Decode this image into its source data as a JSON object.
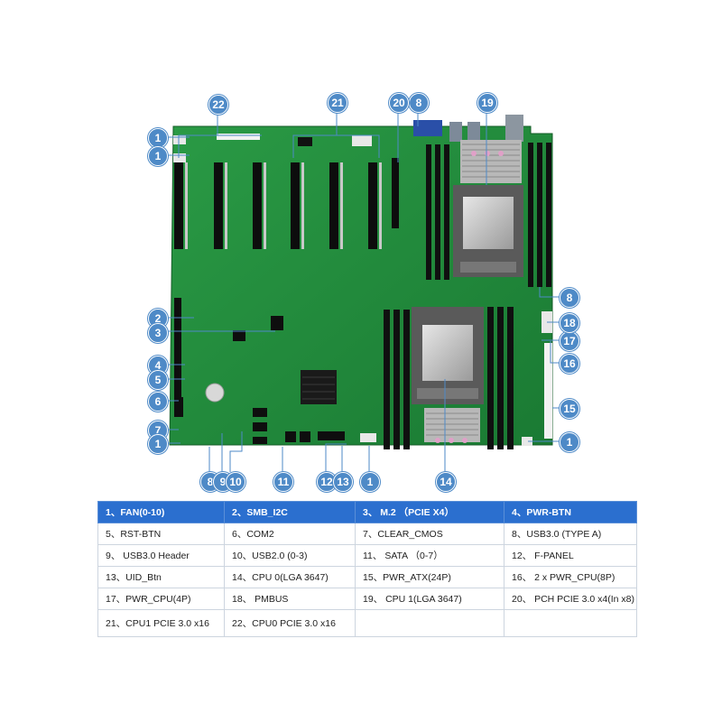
{
  "colors": {
    "board": "#1f8a3a",
    "accent": "#2b6fcf",
    "callout": "#4e8ac7"
  },
  "callouts": [
    {
      "id": "c1a",
      "label": "1"
    },
    {
      "id": "c1b",
      "label": "1"
    },
    {
      "id": "c2",
      "label": "2"
    },
    {
      "id": "c3",
      "label": "3"
    },
    {
      "id": "c4",
      "label": "4"
    },
    {
      "id": "c5",
      "label": "5"
    },
    {
      "id": "c6",
      "label": "6"
    },
    {
      "id": "c7",
      "label": "7"
    },
    {
      "id": "c1c",
      "label": "1"
    },
    {
      "id": "c8a",
      "label": "8"
    },
    {
      "id": "c9",
      "label": "9"
    },
    {
      "id": "c10",
      "label": "10"
    },
    {
      "id": "c11",
      "label": "11"
    },
    {
      "id": "c12",
      "label": "12"
    },
    {
      "id": "c13",
      "label": "13"
    },
    {
      "id": "c1d",
      "label": "1"
    },
    {
      "id": "c14",
      "label": "14"
    },
    {
      "id": "c1e",
      "label": "1"
    },
    {
      "id": "c15",
      "label": "15"
    },
    {
      "id": "c16",
      "label": "16"
    },
    {
      "id": "c17",
      "label": "17"
    },
    {
      "id": "c18",
      "label": "18"
    },
    {
      "id": "c8b",
      "label": "8"
    },
    {
      "id": "c19",
      "label": "19"
    },
    {
      "id": "c8c",
      "label": "8"
    },
    {
      "id": "c20",
      "label": "20"
    },
    {
      "id": "c21",
      "label": "21"
    },
    {
      "id": "c22",
      "label": "22"
    }
  ],
  "legend": {
    "rows": [
      [
        "1、FAN(0-10)",
        "2、SMB_I2C",
        "3、 M.2 （PCIE X4）",
        "4、PWR-BTN"
      ],
      [
        "5、RST-BTN",
        "6、COM2",
        "7、CLEAR_CMOS",
        "8、USB3.0 (TYPE A)"
      ],
      [
        "9、 USB3.0 Header",
        "10、USB2.0 (0-3)",
        "11、 SATA （0-7）",
        "12、 F-PANEL"
      ],
      [
        "13、UID_Btn",
        "14、CPU 0(LGA 3647)",
        "15、PWR_ATX(24P)",
        "16、 2 x PWR_CPU(8P)"
      ],
      [
        "17、PWR_CPU(4P)",
        "18、 PMBUS",
        "19、 CPU 1(LGA 3647)",
        "20、 PCH PCIE 3.0 x4(In x8)"
      ],
      [
        "21、CPU1 PCIE 3.0 x16",
        "22、CPU0 PCIE 3.0 x16",
        "",
        ""
      ]
    ]
  }
}
